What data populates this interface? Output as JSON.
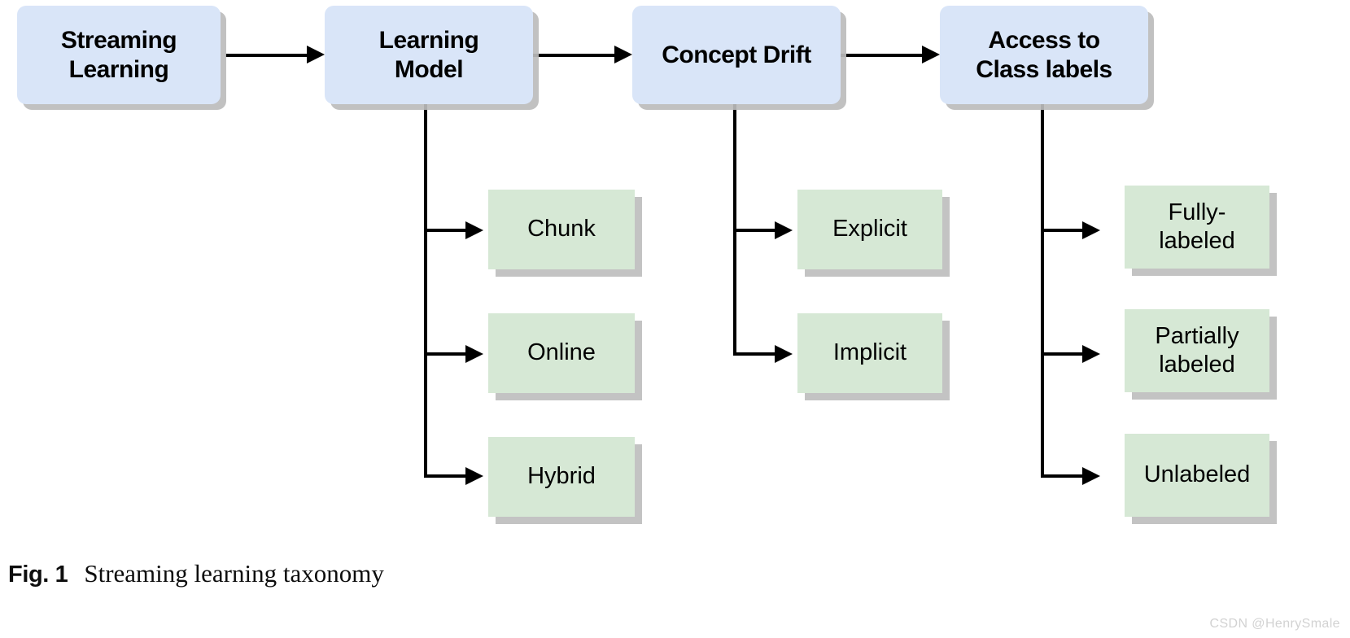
{
  "figure": {
    "caption_label": "Fig. 1",
    "caption_text": "Streaming learning taxonomy",
    "watermark": "CSDN @HenrySmale"
  },
  "colors": {
    "primary_node_fill": "#d9e5f8",
    "leaf_node_fill": "#d6e8d5",
    "shadow": "#c0c0c0",
    "connector": "#000000",
    "text": "#000000",
    "watermark": "#d2d2d2"
  },
  "diagram": {
    "type": "flowchart-taxonomy",
    "stages": [
      {
        "id": "streaming-learning",
        "label": "Streaming\nLearning",
        "children": []
      },
      {
        "id": "learning-model",
        "label": "Learning\nModel",
        "children": [
          {
            "id": "chunk",
            "label": "Chunk"
          },
          {
            "id": "online",
            "label": "Online"
          },
          {
            "id": "hybrid",
            "label": "Hybrid"
          }
        ]
      },
      {
        "id": "concept-drift",
        "label": "Concept Drift",
        "children": [
          {
            "id": "explicit",
            "label": "Explicit"
          },
          {
            "id": "implicit",
            "label": "Implicit"
          }
        ]
      },
      {
        "id": "access-to-class-labels",
        "label": "Access to\nClass labels",
        "children": [
          {
            "id": "fully-labeled",
            "label": "Fully-\nlabeled"
          },
          {
            "id": "partially-labeled",
            "label": "Partially\nlabeled"
          },
          {
            "id": "unlabeled",
            "label": "Unlabeled"
          }
        ]
      }
    ]
  }
}
